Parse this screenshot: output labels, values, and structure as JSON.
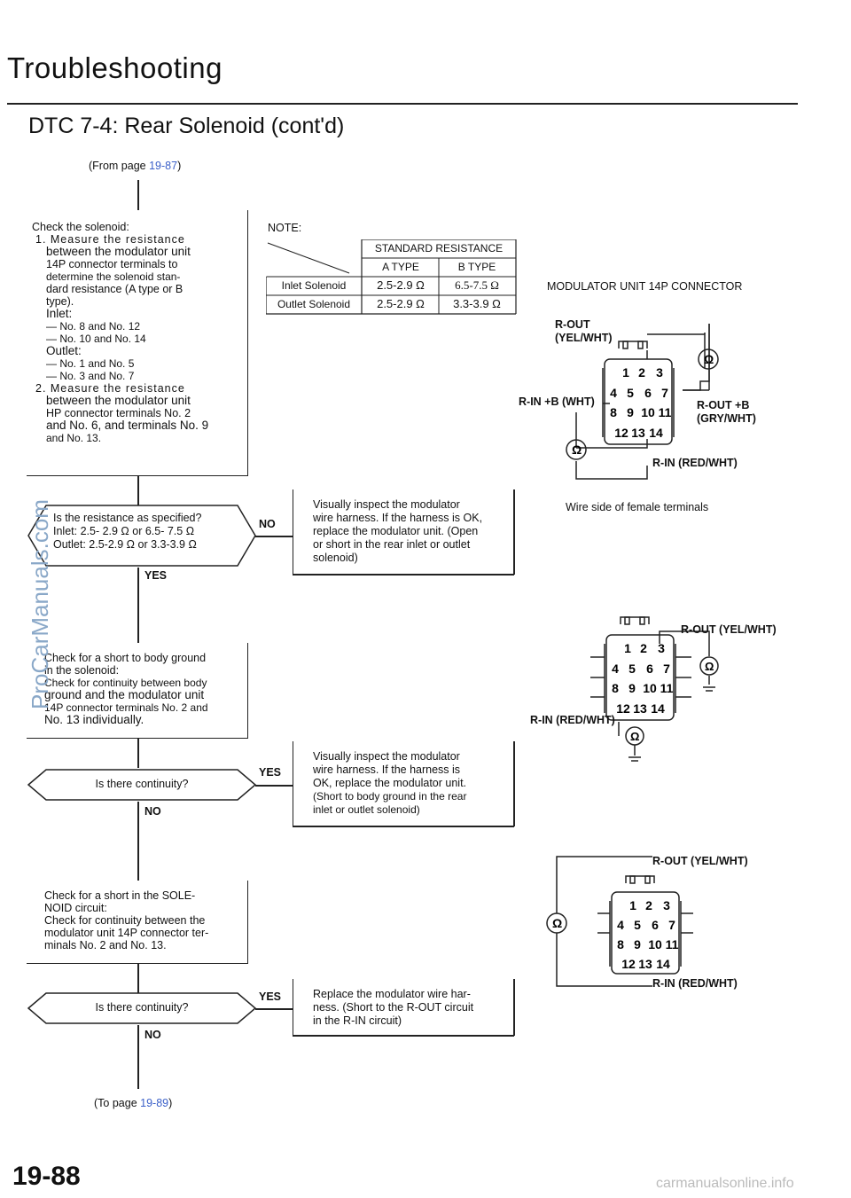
{
  "header": {
    "title": "Troubleshooting",
    "subtitle": "DTC 7-4: Rear Solenoid (cont'd)"
  },
  "from_page": {
    "prefix": "(From page ",
    "link": "19-87",
    "suffix": ")"
  },
  "to_page": {
    "prefix": "(To page ",
    "link": "19-89",
    "suffix": ")"
  },
  "step1": {
    "lines": [
      "Check the solenoid:",
      "1. Measure the resistance",
      "between the modulator unit",
      "14P connector terminals to",
      "determine the solenoid stan-",
      "dard resistance (A type or B",
      "type).",
      "Inlet:",
      "— No. 8 and No. 12",
      "— No. 10 and No. 14",
      "Outlet:",
      "— No. 1 and No. 5",
      "— No. 3 and No. 7",
      "2. Measure the resistance",
      "between the modulator unit",
      "HP connector terminals No. 2",
      "and No. 6, and terminals No. 9",
      "and No. 13."
    ]
  },
  "note": {
    "label": "NOTE:",
    "table": {
      "header": "STANDARD RESISTANCE",
      "col_a": "A TYPE",
      "col_b": "B TYPE",
      "rows": [
        {
          "name": "Inlet Solenoid",
          "a": "2.5-2.9 Ω",
          "b": "6.5-7.5 Ω"
        },
        {
          "name": "Outlet Solenoid",
          "a": "2.5-2.9 Ω",
          "b": "3.3-3.9 Ω"
        }
      ]
    }
  },
  "connector": {
    "title": "MODULATOR UNIT 14P CONNECTOR",
    "caption": "Wire side of female terminals",
    "labels": {
      "r_out": "R-OUT",
      "yel_wht": "(YEL/WHT)",
      "r_in_b": "R-IN +B (WHT)",
      "r_out_b": "R-OUT +B",
      "gry_wht": "(GRY/WHT)",
      "r_in": "R-IN (RED/WHT)",
      "r_out_full": "R-OUT (YEL/WHT)"
    },
    "pins": [
      "1",
      "2",
      "3",
      "4",
      "5",
      "6",
      "7",
      "8",
      "9",
      "10",
      "11",
      "12",
      "13",
      "14"
    ],
    "ohm": "Ω"
  },
  "decision1": {
    "lines": [
      "Is the resistance as specified?",
      "Inlet:   2.5- 2.9 Ω or 6.5- 7.5 Ω",
      "Outlet: 2.5-2.9 Ω or 3.3-3.9 Ω"
    ],
    "no": "NO",
    "yes": "YES"
  },
  "result1": {
    "lines": [
      "Visually inspect the modulator",
      "wire harness. If the harness is OK,",
      "replace the modulator unit. (Open",
      "or short in the rear inlet or outlet",
      "solenoid)"
    ]
  },
  "step2": {
    "lines": [
      "Check for a short to body ground",
      "in the solenoid:",
      "Check for continuity between body",
      "ground and the modulator unit",
      "14P connector terminals No. 2 and",
      "No. 13 individually."
    ]
  },
  "decision2": {
    "text": "Is there continuity?",
    "yes": "YES",
    "no": "NO"
  },
  "result2": {
    "lines": [
      "Visually inspect the modulator",
      "wire harness. If the harness is",
      "OK, replace the modulator unit.",
      "(Short to body ground in the rear",
      "inlet or outlet solenoid)"
    ]
  },
  "step3": {
    "lines": [
      "Check for a short in the SOLE-",
      "NOID circuit:",
      "Check for continuity between the",
      "modulator unit 14P connector ter-",
      "minals No. 2 and No. 13."
    ]
  },
  "decision3": {
    "text": "Is there continuity?",
    "yes": "YES",
    "no": "NO"
  },
  "result3": {
    "lines": [
      "Replace the modulator wire har-",
      "ness. (Short to the R-OUT circuit",
      "in the R-IN circuit)"
    ]
  },
  "footer": {
    "page_number": "19-88",
    "watermark_side": "ProCarManuals.com",
    "watermark_bottom": "carmanualsonline.info"
  }
}
